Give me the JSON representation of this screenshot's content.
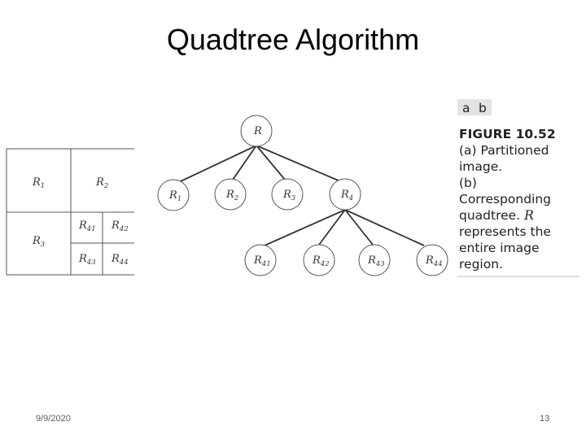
{
  "slide": {
    "title": "Quadtree Algorithm",
    "date": "9/9/2020",
    "page_number": "13"
  },
  "figure": {
    "panel_tags": [
      "a",
      "b"
    ],
    "caption_heading": "FIGURE 10.52",
    "caption_lines": [
      "(a) Partitioned",
      "image.",
      "(b)",
      "Corresponding",
      "quadtree.",
      "represents the",
      "entire image",
      "region."
    ],
    "caption_symbol": "R",
    "partition_regions": [
      {
        "base": "R",
        "sub": "1"
      },
      {
        "base": "R",
        "sub": "2"
      },
      {
        "base": "R",
        "sub": "3"
      },
      {
        "base": "R",
        "sub": "41"
      },
      {
        "base": "R",
        "sub": "42"
      },
      {
        "base": "R",
        "sub": "43"
      },
      {
        "base": "R",
        "sub": "44"
      }
    ],
    "tree_nodes": [
      {
        "base": "R",
        "sub": ""
      },
      {
        "base": "R",
        "sub": "1"
      },
      {
        "base": "R",
        "sub": "2"
      },
      {
        "base": "R",
        "sub": "3"
      },
      {
        "base": "R",
        "sub": "4"
      },
      {
        "base": "R",
        "sub": "41"
      },
      {
        "base": "R",
        "sub": "42"
      },
      {
        "base": "R",
        "sub": "43"
      },
      {
        "base": "R",
        "sub": "44"
      }
    ]
  }
}
